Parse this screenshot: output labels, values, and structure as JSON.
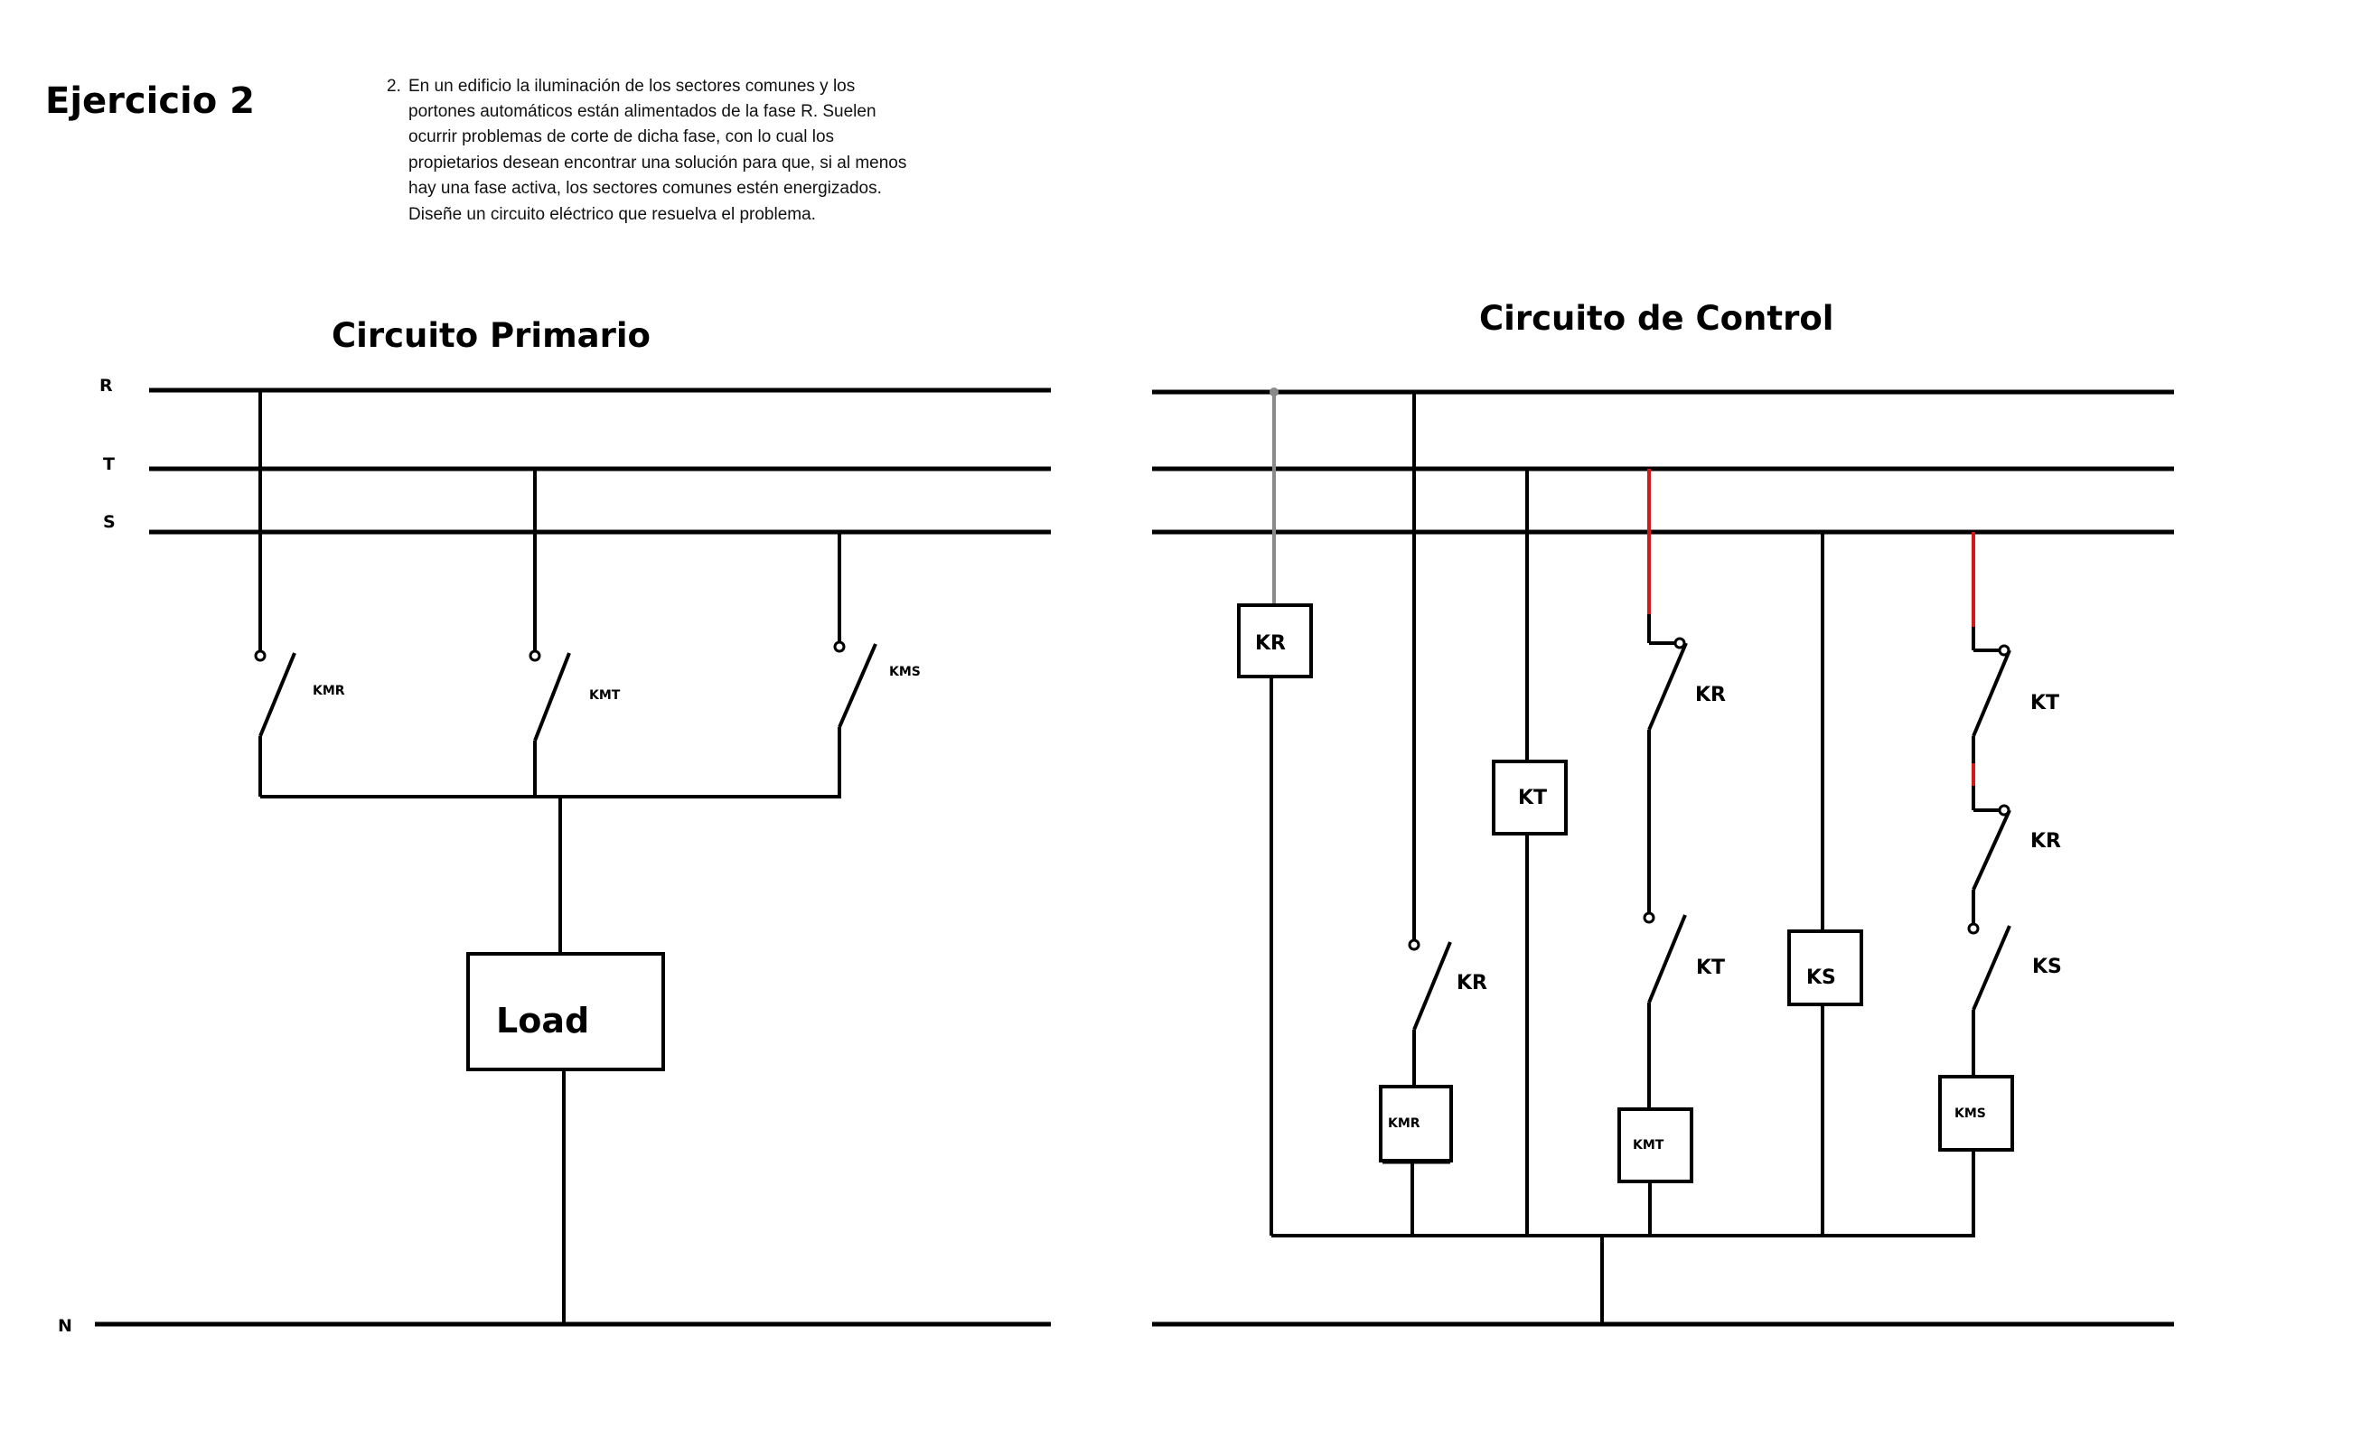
{
  "exercise_title": "Ejercicio 2",
  "statement": {
    "number": "2.",
    "lines": [
      "En un edificio la iluminación de los sectores comunes y los",
      "portones automáticos están alimentados de la fase R. Suelen",
      "ocurrir problemas de corte de dicha fase, con lo cual los",
      "propietarios desean encontrar una solución para que, si al menos",
      "hay una fase activa, los sectores comunes estén energizados.",
      "Diseñe un circuito eléctrico que resuelva el problema."
    ]
  },
  "primary": {
    "title": "Circuito Primario",
    "bus_labels": {
      "r": "R",
      "t": "T",
      "s": "S",
      "n": "N"
    },
    "switches": {
      "kmr": "KMR",
      "kmt": "KMT",
      "kms": "KMS"
    },
    "load": "Load"
  },
  "control": {
    "title": "Circuito de Control",
    "coils": {
      "kr": "KR",
      "kt": "KT",
      "ks": "KS",
      "kmr": "KMR",
      "kmt": "KMT",
      "kms": "KMS"
    },
    "contacts": {
      "kr_for_kmr": "KR",
      "kr_nc_kmt": "KR",
      "kt_no_kmt": "KT",
      "kt_nc_kms": "KT",
      "kr_nc_kms": "KR",
      "ks_no_kms": "KS"
    }
  },
  "colors": {
    "wire": "#000000",
    "gray_wire": "#8a8a8a",
    "red_wire": "#d11a1a"
  }
}
